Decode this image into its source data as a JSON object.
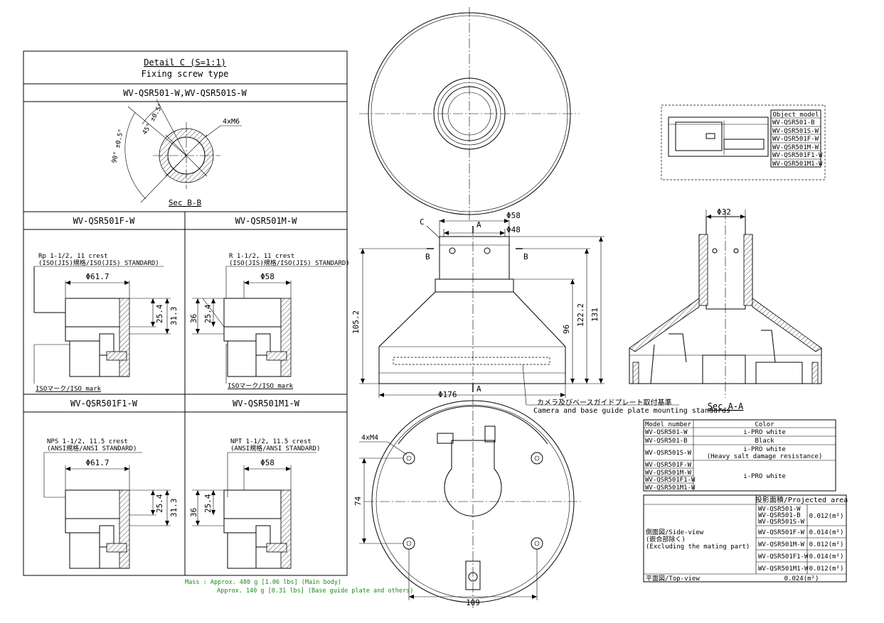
{
  "detail": {
    "title": "Detail C (S=1:1)",
    "subtitle": "Fixing screw type",
    "section_header": "WV-QSR501-W,WV-QSR501S-W",
    "sec_label": "Sec B-B",
    "angle_90": "90° ±0.5°",
    "angle_45": "45° ±0.5°",
    "screw": "4xM6",
    "cells": [
      {
        "header": "WV-QSR501F-W",
        "thread1": "Rp 1-1/2, 11 crest",
        "thread2": "(ISO(JIS)規格/ISO(JIS) STANDARD)",
        "dia": "Φ61.7",
        "d1": "25.4",
        "d2": "31.3",
        "mark": "ISOマーク/ISO mark"
      },
      {
        "header": "WV-QSR501M-W",
        "thread1": "R 1-1/2, 11 crest",
        "thread2": "(ISO(JIS)規格/ISO(JIS) STANDARD)",
        "dia": "Φ58",
        "d1": "25.4",
        "d2": "36",
        "mark": "ISOマーク/ISO mark"
      },
      {
        "header": "WV-QSR501F1-W",
        "thread1": "NPS 1-1/2, 11.5 crest",
        "thread2": "(ANSI規格/ANSI STANDARD)",
        "dia": "Φ61.7",
        "d1": "25.4",
        "d2": "31.3",
        "mark": ""
      },
      {
        "header": "WV-QSR501M1-W",
        "thread1": "NPT 1-1/2, 11.5 crest",
        "thread2": "(ANSI規格/ANSI STANDARD)",
        "dia": "Φ58",
        "d1": "25.4",
        "d2": "36",
        "mark": ""
      }
    ]
  },
  "mass": {
    "line1": "Mass : Approx. 480 g [1.06 lbs] (Main body)",
    "line2": "Approx. 140 g [0.31 lbs] (Base guide plate and others)"
  },
  "side_view": {
    "c_label": "C",
    "a_top": "A",
    "a_bottom": "A",
    "b_left": "B",
    "b_right": "B",
    "d58": "Φ58",
    "d48": "Φ48",
    "h105": "105.2",
    "h96": "96",
    "h122": "122.2",
    "h131": "131",
    "d176": "Φ176",
    "note1": "カメラ及びベースガイドプレート取付基準",
    "note2": "Camera and base guide plate mounting standards"
  },
  "section_aa": {
    "d32": "Φ32",
    "label": "Sec A-A"
  },
  "bottom_view": {
    "screw": "4xM4",
    "h74": "74",
    "w109": "109"
  },
  "object_model": {
    "header": "Object model",
    "items": [
      "WV-QSR501-B",
      "WV-QSR501S-W",
      "WV-QSR501F-W",
      "WV-QSR501M-W",
      "WV-QSR501F1-W",
      "WV-QSR501M1-W"
    ]
  },
  "color_table": {
    "h_model": "Model number",
    "h_color": "Color",
    "r1_model": "WV-QSR501-W",
    "r1_color": "i-PRO white",
    "r2_model": "WV-QSR501-B",
    "r2_color": "Black",
    "r3_model": "WV-QSR501S-W",
    "r3_color1": "i-PRO white",
    "r3_color2": "(Heavy salt damage resistance)",
    "r4_models": [
      "WV-QSR501F-W",
      "WV-QSR501M-W",
      "WV-QSR501F1-W",
      "WV-QSR501M1-W"
    ],
    "r4_color": "i-PRO white"
  },
  "area_table": {
    "header": "投影面積/Projected area",
    "side1": "側面図/Side-view",
    "side2": "(嵌合部除く)",
    "side3": "(Excluding the mating part)",
    "top": "平面図/Top-view",
    "rows": [
      {
        "models": [
          "WV-QSR501-W",
          "WV-QSR501-B",
          "WV-QSR501S-W"
        ],
        "value": "0.012(m²)"
      },
      {
        "models": [
          "WV-QSR501F-W"
        ],
        "value": "0.014(m²)"
      },
      {
        "models": [
          "WV-QSR501M-W"
        ],
        "value": "0.012(m²)"
      },
      {
        "models": [
          "WV-QSR501F1-W"
        ],
        "value": "0.014(m²)"
      },
      {
        "models": [
          "WV-QSR501M1-W"
        ],
        "value": "0.012(m²)"
      }
    ],
    "top_value": "0.024(m²)"
  }
}
